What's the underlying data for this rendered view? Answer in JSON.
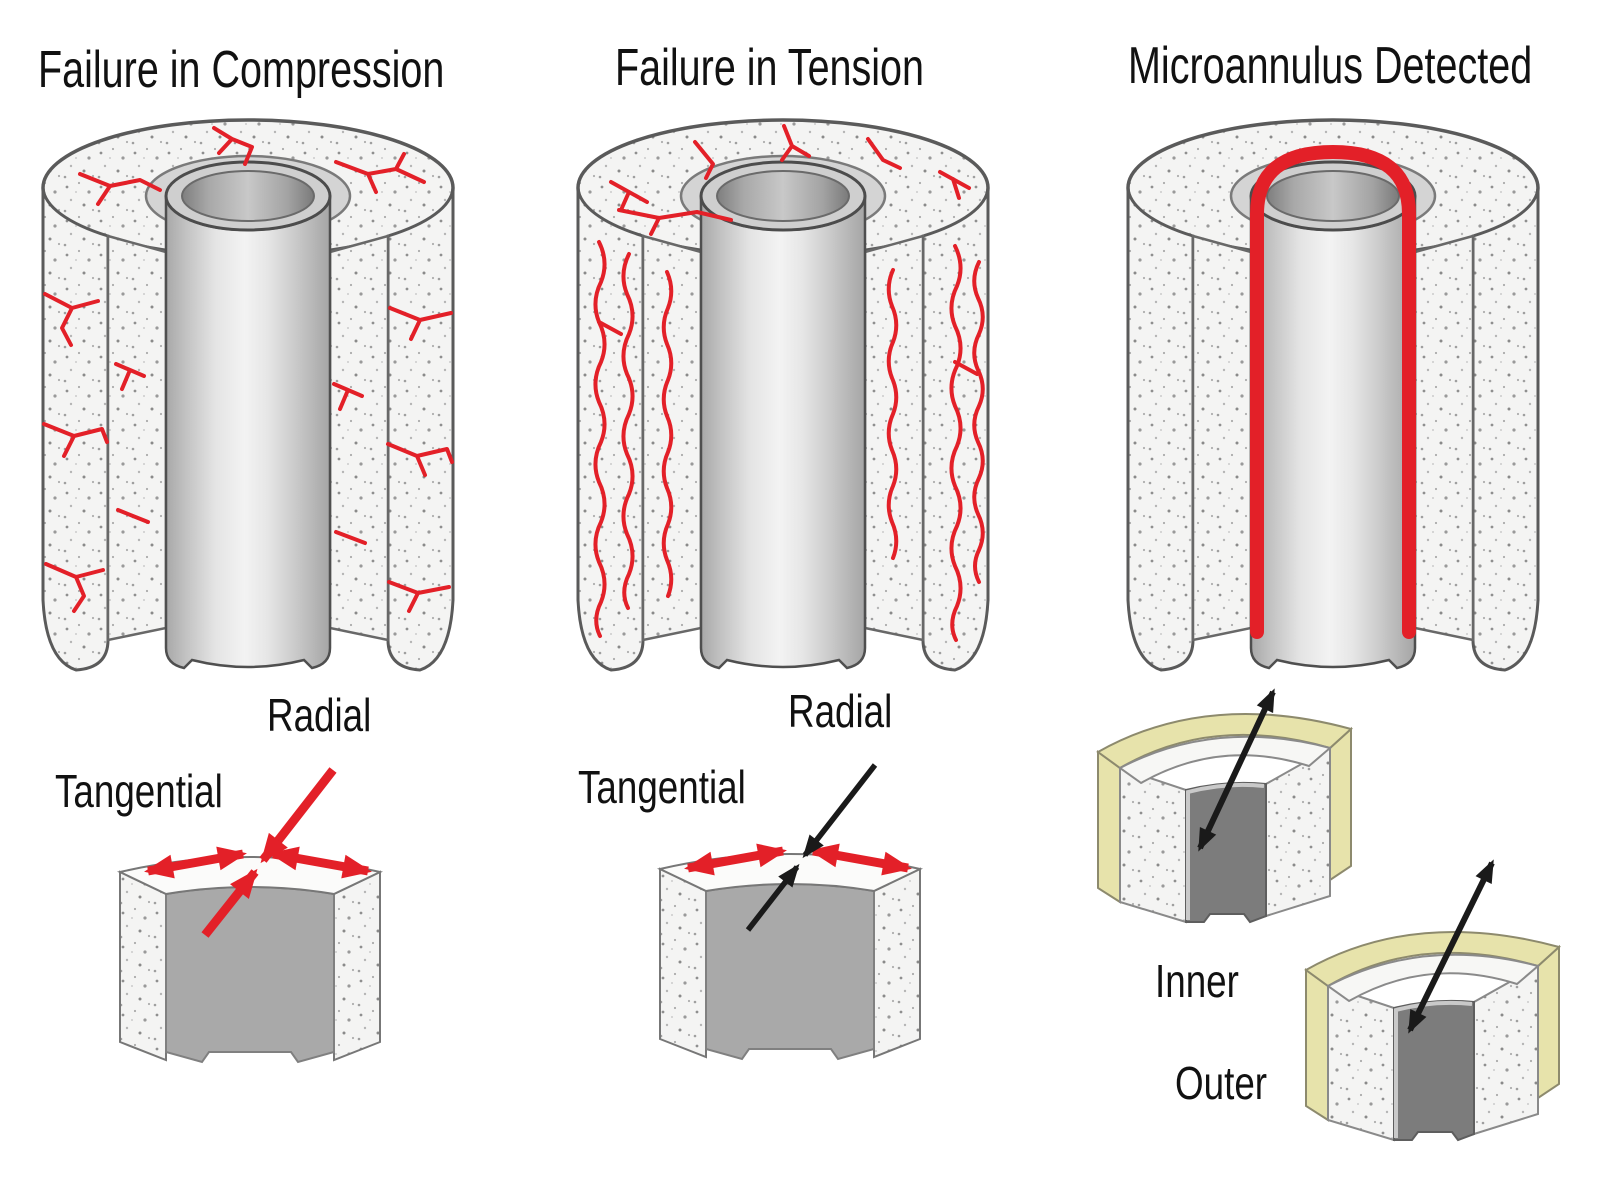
{
  "figure": {
    "background": "#ffffff",
    "panels": [
      {
        "title": "Failure in Compression",
        "labels": {
          "radial": "Radial",
          "tangential": "Tangential"
        }
      },
      {
        "title": "Failure in Tension",
        "labels": {
          "radial": "Radial",
          "tangential": "Tangential"
        }
      },
      {
        "title": "Microannulus Detected",
        "labels": {
          "inner": "Inner",
          "outer": "Outer"
        }
      }
    ],
    "colors": {
      "crack_red": "#e32028",
      "arrow_black": "#1a1a1a",
      "formation_yellow": "#e7e3ab",
      "text": "#111111"
    }
  }
}
